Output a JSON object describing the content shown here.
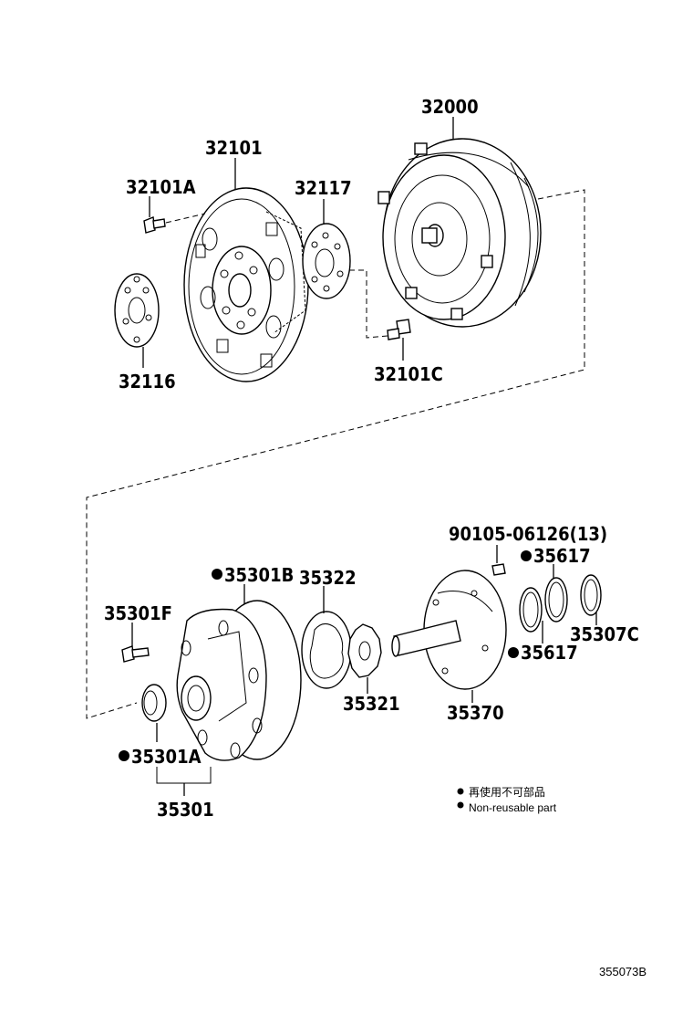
{
  "diagram": {
    "labels": {
      "p32000": "32000",
      "p32101": "32101",
      "p32101A": "32101A",
      "p32117": "32117",
      "p32116": "32116",
      "p32101C": "32101C",
      "p90105": "90105-06126(13)",
      "p35617a": "35617",
      "p35617b": "35617",
      "p35301B": "35301B",
      "p35322": "35322",
      "p35301F": "35301F",
      "p35307C": "35307C",
      "p35321": "35321",
      "p35370": "35370",
      "p35301A": "35301A",
      "p35301": "35301"
    },
    "legend": {
      "line1": "再使用不可部品",
      "line2": "Non-reusable part"
    },
    "reference_code": "355073B"
  }
}
